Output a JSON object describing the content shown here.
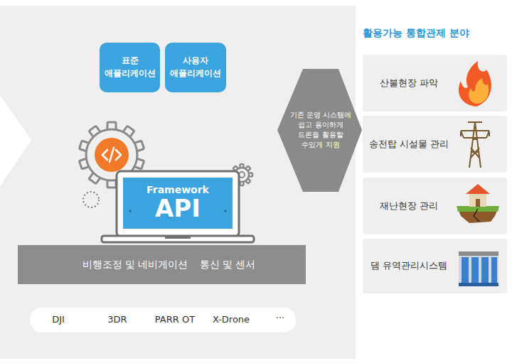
{
  "diagram": {
    "nodes": [
      {
        "text": [
          "표준 애플리케이션"
        ]
      },
      {
        "text": [
          "사용자 애플리케이션"
        ]
      },
      {
        "text": [
          "Framework",
          "API"
        ]
      },
      {
        "text": [
          "비행조정 및 네비게이션",
          "통신 및 센서"
        ]
      },
      {
        "text": [
          "DJI",
          "3DR",
          "PARR OT",
          "X-Drone",
          "···"
        ]
      },
      {
        "text": [
          "기존 운영 시스템에 쉽고 용이하게 드론을 활용할 수있게 지원"
        ]
      },
      {
        "text": [
          "산불현장 파악"
        ]
      },
      {
        "text": [
          "송전탑 시설물 관리"
        ]
      },
      {
        "text": [
          "재난현장 관리"
        ]
      },
      {
        "text": [
          "댐 유역관리시스템"
        ]
      }
    ],
    "labels": [
      "활용가능 통합관제 분야"
    ]
  }
}
